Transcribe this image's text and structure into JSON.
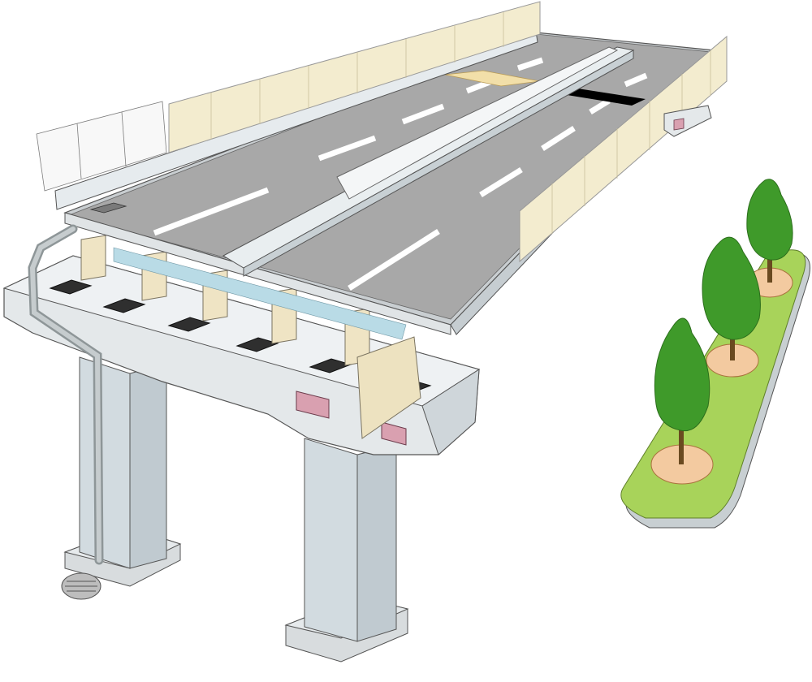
{
  "scene": {
    "subject": "elevated-highway-cutaway",
    "colors": {
      "asphalt": "#a8a8a8",
      "lane_marking": "#ffffff",
      "concrete": "#dde3e6",
      "concrete_shadow": "#c4ccd0",
      "girder": "#efe4c4",
      "girder_edge": "#7a7360",
      "soundwall": "#f3eccf",
      "bearing_pad": "#2f2f2f",
      "pink_block": "#d9a0b0",
      "drain_pipe": "#a9b0b2",
      "expansion_joint": "#f2dfa9",
      "joint_black": "#000000",
      "grass": "#a8d35a",
      "tree_pit": "#f3caa0",
      "tree_green": "#3f9a2a",
      "tree_trunk": "#6a4a20",
      "deck_rebar": "#b9dbe6"
    },
    "components": [
      "road-deck",
      "median-barrier",
      "sound-barrier-wall",
      "mesh-fence",
      "steel-girders",
      "pier-cap",
      "pier-columns",
      "bearings",
      "drain-pipe",
      "expansion-joint",
      "planting-strip-trees"
    ],
    "tree_count": 3,
    "pier_count": 2
  }
}
